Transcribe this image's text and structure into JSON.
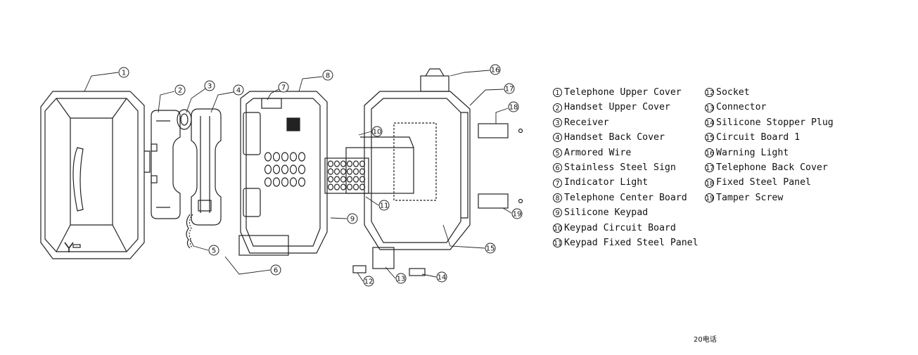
{
  "legend": {
    "left": [
      {
        "num": "1",
        "label": "Telephone Upper Cover"
      },
      {
        "num": "2",
        "label": "Handset Upper Cover"
      },
      {
        "num": "3",
        "label": "Receiver"
      },
      {
        "num": "4",
        "label": "Handset Back Cover"
      },
      {
        "num": "5",
        "label": "Armored Wire"
      },
      {
        "num": "6",
        "label": "Stainless Steel Sign"
      },
      {
        "num": "7",
        "label": "Indicator Light"
      },
      {
        "num": "8",
        "label": "Telephone Center Board"
      },
      {
        "num": "9",
        "label": "Silicone Keypad"
      },
      {
        "num": "10",
        "label": "Keypad Circuit Board"
      },
      {
        "num": "11",
        "label": "Keypad Fixed Steel Panel"
      }
    ],
    "right": [
      {
        "num": "12",
        "label": "Socket"
      },
      {
        "num": "13",
        "label": "Connector"
      },
      {
        "num": "14",
        "label": "Silicone Stopper Plug"
      },
      {
        "num": "15",
        "label": "Circuit Board 1"
      },
      {
        "num": "16",
        "label": "Warning Light"
      },
      {
        "num": "17",
        "label": "Telephone Back Cover"
      },
      {
        "num": "18",
        "label": "Fixed Steel Panel"
      },
      {
        "num": "19",
        "label": "Tamper Screw"
      }
    ]
  },
  "callouts": [
    "1",
    "2",
    "3",
    "4",
    "5",
    "6",
    "7",
    "8",
    "9",
    "10",
    "11",
    "12",
    "13",
    "14",
    "15",
    "16",
    "17",
    "18",
    "19"
  ],
  "footer": "20电话"
}
